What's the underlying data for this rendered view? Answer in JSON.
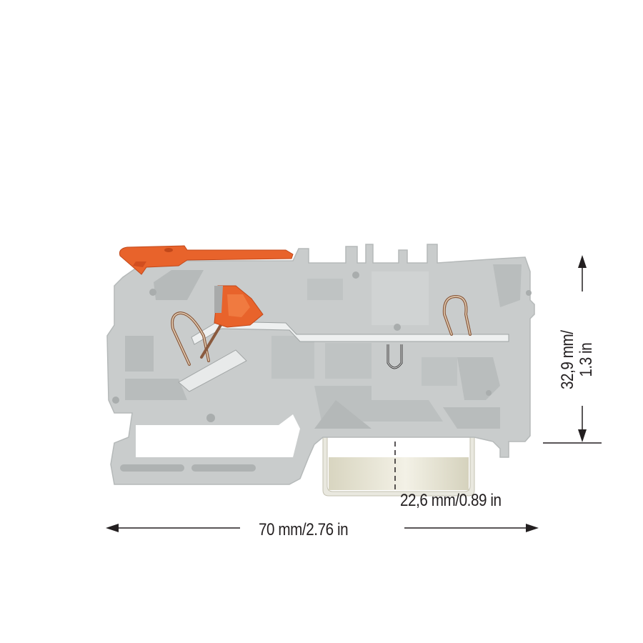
{
  "figure": {
    "subject": "terminal-block-side-view",
    "colors": {
      "housing": "#c9cccc",
      "housing_shadow": "#aeb2b2",
      "housing_light": "#dcdfdf",
      "lever": "#e8632b",
      "lever_dark": "#c2481a",
      "busbar": "#e6e8e8",
      "spring": "#b07a5a",
      "dim_line": "#231f20",
      "rail": "#dcd9c6"
    }
  },
  "dimensions": {
    "width": {
      "label": "70 mm/2.76 in"
    },
    "height": {
      "line1": "32,9 mm/",
      "line2": "1.3 in"
    },
    "rail": {
      "label": "22,6 mm/0.89 in"
    }
  }
}
